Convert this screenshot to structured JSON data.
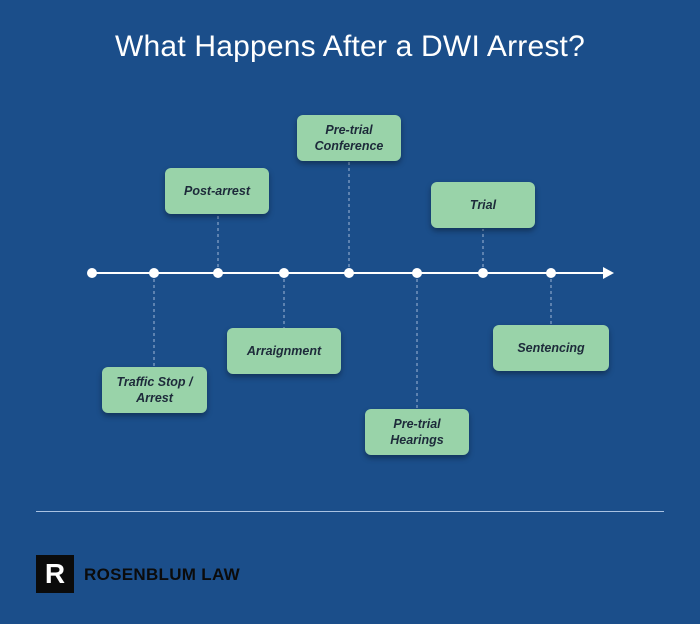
{
  "title": "What Happens After a DWI Arrest?",
  "stages": [
    {
      "label": "Traffic Stop /\nArrest"
    },
    {
      "label": "Post-arrest"
    },
    {
      "label": "Arraignment"
    },
    {
      "label": "Pre-trial\nConference"
    },
    {
      "label": "Pre-trial\nHearings"
    },
    {
      "label": "Trial"
    },
    {
      "label": "Sentencing"
    }
  ],
  "brand": {
    "logo_letter": "R",
    "name": "ROSENBLUM LAW"
  },
  "colors": {
    "background": "#1b4e8a",
    "box": "#99d3a9",
    "line": "#ffffff"
  }
}
